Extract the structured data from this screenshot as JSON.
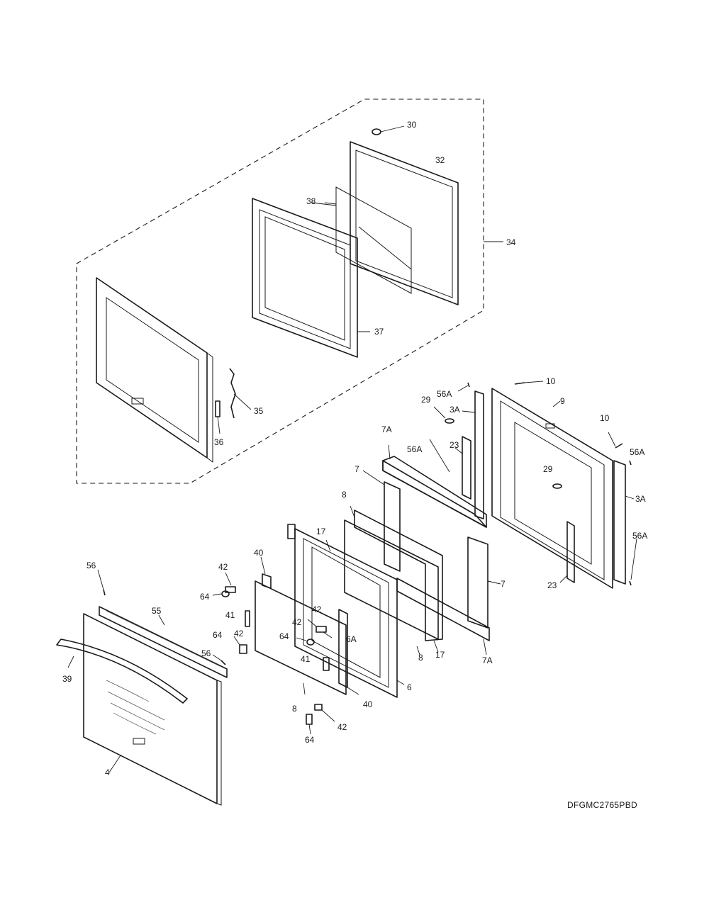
{
  "labels": {
    "l30": "30",
    "l32": "32",
    "l38": "38",
    "l34": "34",
    "l37": "37",
    "l35": "35",
    "l36": "36",
    "l10a": "10",
    "l10b": "10",
    "l9": "9",
    "l56a1": "56A",
    "l56a2": "56A",
    "l56a3": "56A",
    "l56a4": "56A",
    "l29a": "29",
    "l29b": "29",
    "l3a1": "3A",
    "l3a2": "3A",
    "l7a1": "7A",
    "l7a2": "7A",
    "l23a": "23",
    "l23b": "23",
    "l7a": "7",
    "l7b": "7",
    "l8a": "8",
    "l8b": "8",
    "l8c": "8",
    "l17a": "17",
    "l17b": "17",
    "l40a": "40",
    "l40b": "40",
    "l42a": "42",
    "l42b": "42",
    "l42c": "42",
    "l42d": "42",
    "l42e": "42",
    "l56a": "56",
    "l56b": "56",
    "l55": "55",
    "l64a": "64",
    "l64b": "64",
    "l64c": "64",
    "l64d": "64",
    "l41a": "41",
    "l41b": "41",
    "l6": "6",
    "l6a": "6A",
    "l39": "39",
    "l4": "4"
  },
  "model_code": "DFGMC2765PBD"
}
